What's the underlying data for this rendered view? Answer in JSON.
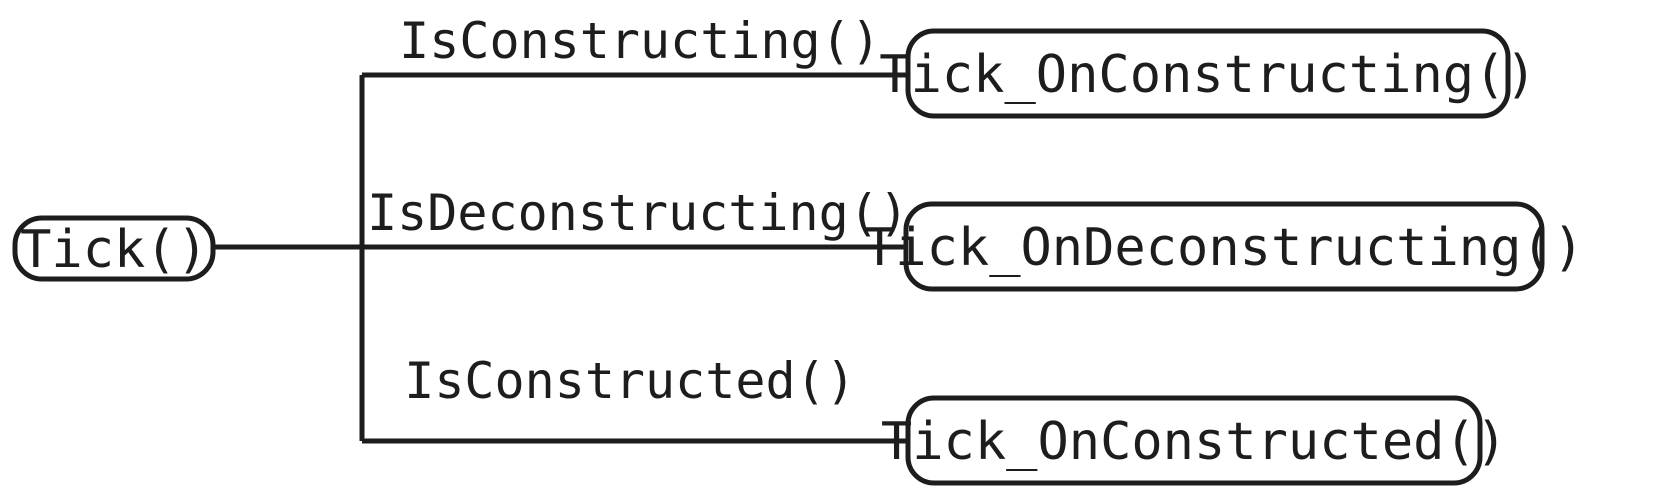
{
  "diagram": {
    "type": "flowchart-tree",
    "orientation": "left-to-right",
    "background_color": "#ffffff",
    "stroke_color": "#1d1d1d",
    "text_color": "#1d1d1d",
    "root": {
      "id": "tick",
      "label": "Tick()"
    },
    "branches": [
      {
        "id": "branch-constructing",
        "condition_label": "IsConstructing()",
        "target_label": "Tick_OnConstructing()"
      },
      {
        "id": "branch-deconstructing",
        "condition_label": "IsDeconstructing()",
        "target_label": "Tick_OnDeconstructing()"
      },
      {
        "id": "branch-constructed",
        "condition_label": "IsConstructed()",
        "target_label": "Tick_OnConstructed()"
      }
    ]
  }
}
